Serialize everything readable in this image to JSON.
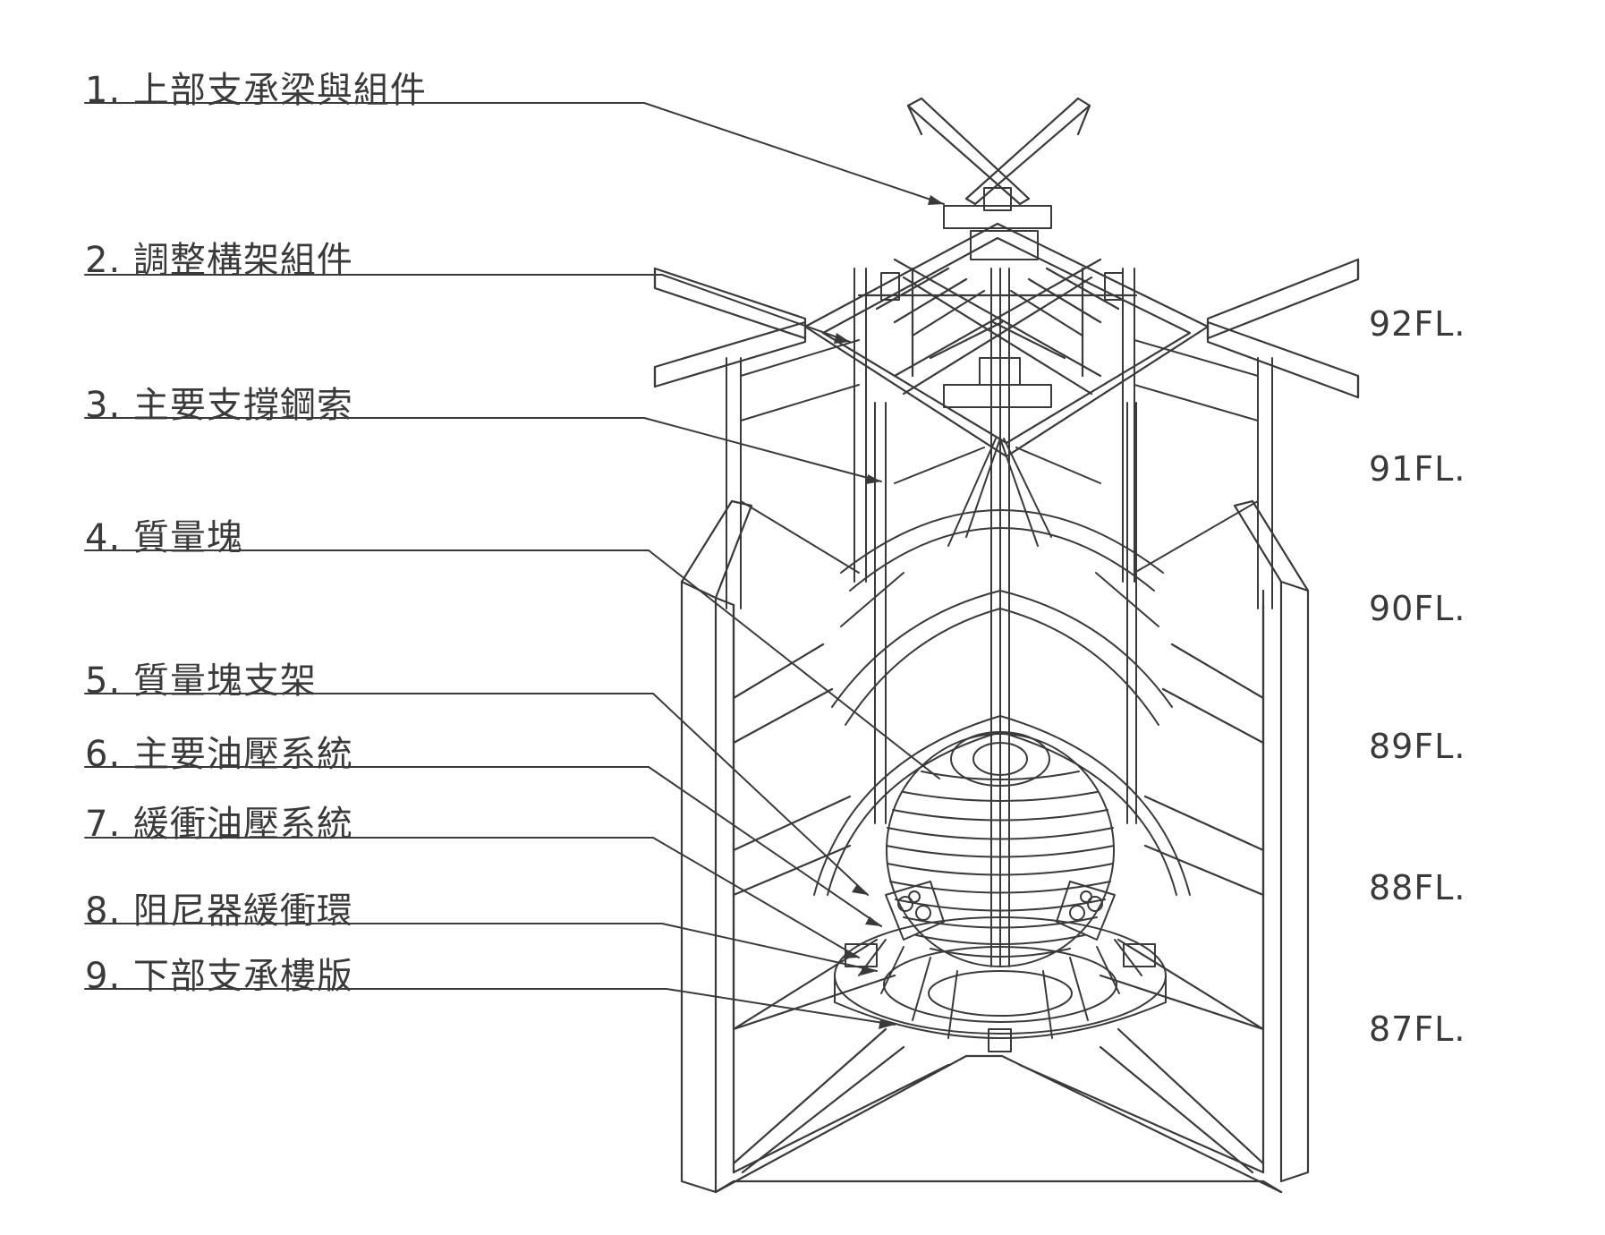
{
  "labels": [
    {
      "num": "1",
      "text": "上部支承梁與組件"
    },
    {
      "num": "2",
      "text": "調整構架組件"
    },
    {
      "num": "3",
      "text": "主要支撐鋼索"
    },
    {
      "num": "4",
      "text": "質量塊"
    },
    {
      "num": "5",
      "text": "質量塊支架"
    },
    {
      "num": "6",
      "text": "主要油壓系統"
    },
    {
      "num": "7",
      "text": "緩衝油壓系統"
    },
    {
      "num": "8",
      "text": "阻尼器緩衝環"
    },
    {
      "num": "9",
      "text": "下部支承樓版"
    }
  ],
  "floors": [
    "92FL.",
    "91FL.",
    "90FL.",
    "89FL.",
    "88FL.",
    "87FL."
  ],
  "colors": {
    "line": "#3a3a3a",
    "background": "#ffffff"
  }
}
